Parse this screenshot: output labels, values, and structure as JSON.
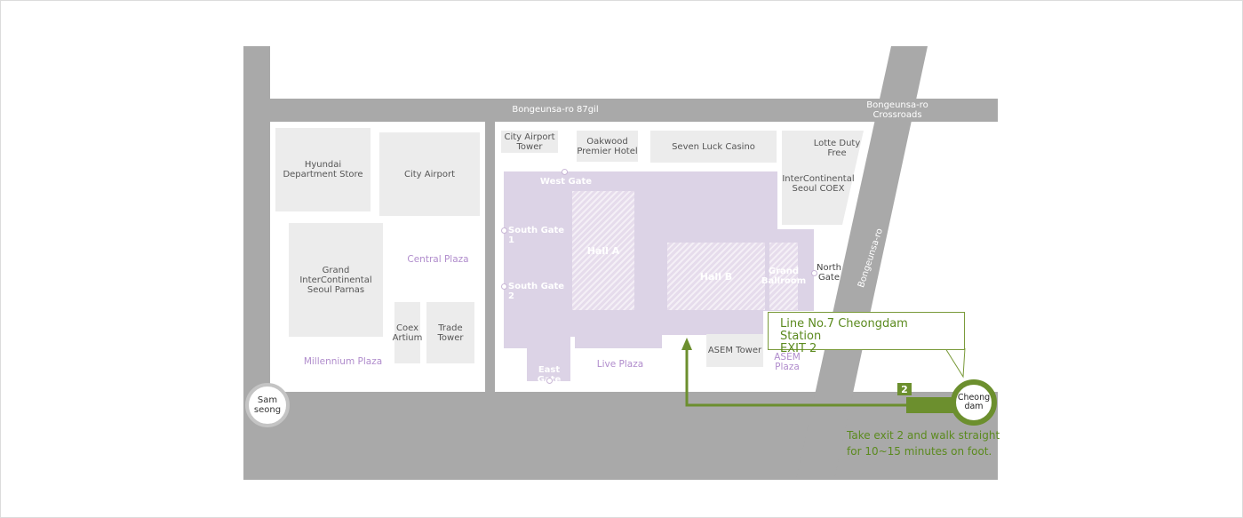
{
  "colors": {
    "road": "#a9a9a9",
    "building": "#ececec",
    "coex": "#dcd3e6",
    "hall": "#e6dcec",
    "route": "#6c8f2e",
    "accent_text": "#5b8a1e",
    "plaza_text": "#b08ccc"
  },
  "roads": {
    "top": "Bongeunsa-ro 87gil",
    "crossroads": "Bongeunsa-ro\nCrossroads",
    "diagonal": "Bongeunsa-ro"
  },
  "buildings": {
    "hyundai": "Hyundai\nDepartment Store",
    "city_airport": "City Airport",
    "grand_intercontinental": "Grand\nInterContinental\nSeoul Parnas",
    "coex_artium": "Coex\nArtium",
    "trade_tower": "Trade\nTower",
    "city_airport_tower": "City Airport\nTower",
    "oakwood": "Oakwood\nPremier Hotel",
    "seven_luck": "Seven Luck Casino",
    "lotte": "Lotte Duty\nFree",
    "intercontinental_coex": "InterContinental\nSeoul COEX",
    "asem_tower": "ASEM Tower"
  },
  "plazas": {
    "central": "Central Plaza",
    "millennium": "Millennium Plaza",
    "live": "Live Plaza",
    "asem": "ASEM\nPlaza"
  },
  "coex": {
    "west_gate": "West Gate",
    "south_gate_1": "South Gate 1",
    "south_gate_2": "South Gate 2",
    "east_gate": "East Gate",
    "north_gate": "North\nGate",
    "hall_a": "Hall A",
    "hall_b": "Hall B",
    "grand_ballroom": "Grand\nBallroom"
  },
  "stations": {
    "samseong": "Sam\nseong",
    "cheongdam": "Cheong\ndam"
  },
  "route": {
    "exit_number": "2",
    "callout": "Line No.7 Cheongdam Station\nEXIT 2",
    "instructions": "Take exit 2 and walk straight\nfor 10~15 minutes on foot."
  }
}
